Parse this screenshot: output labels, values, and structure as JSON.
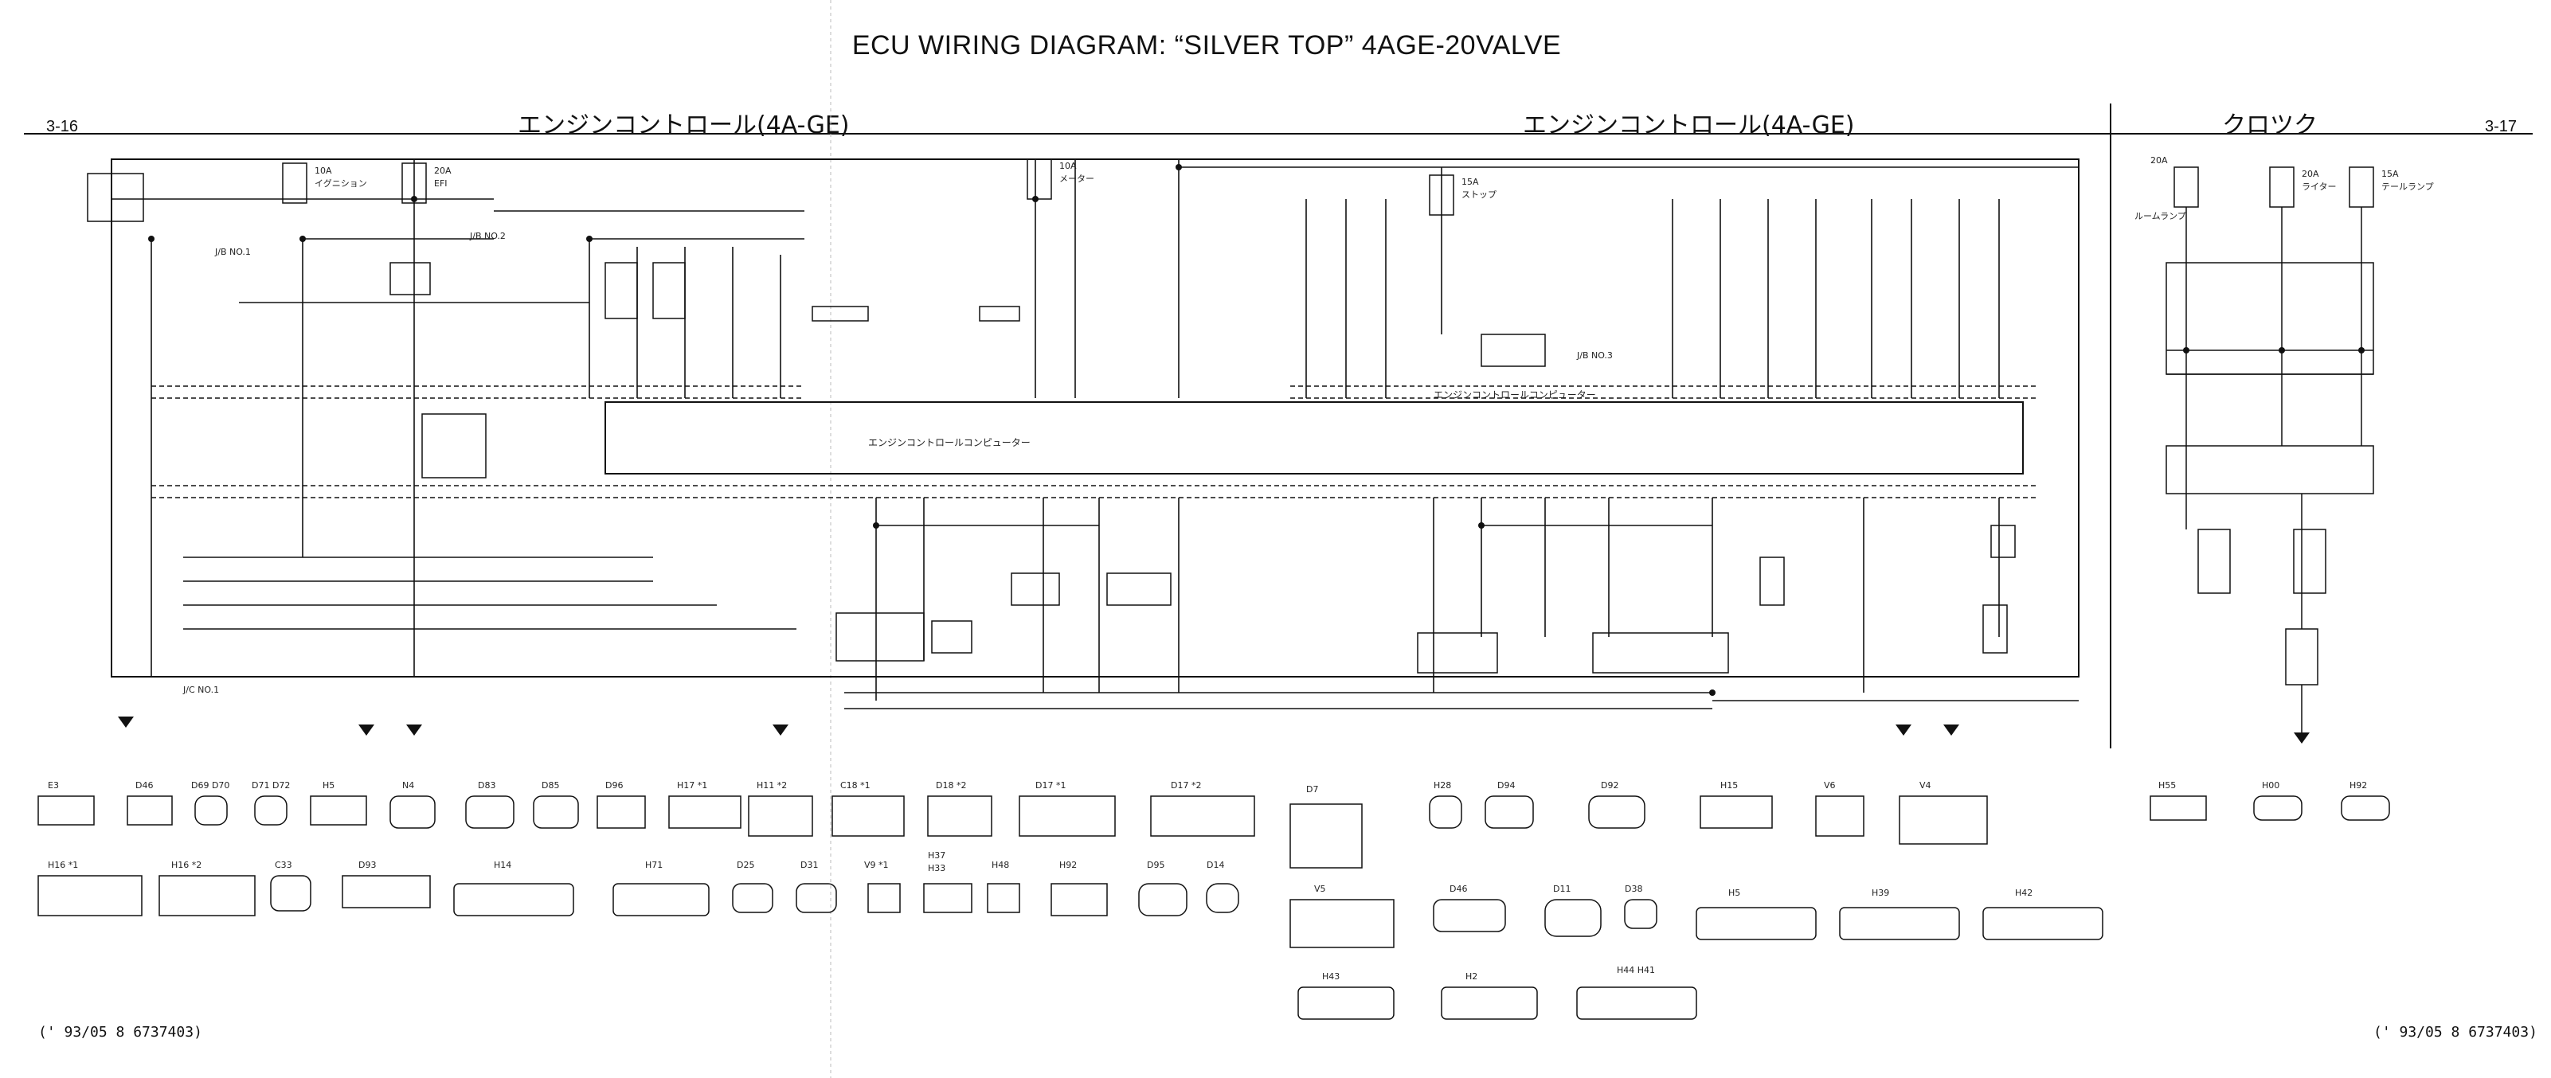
{
  "title": "ECU WIRING DIAGRAM:  “SILVER TOP” 4AGE-20VALVE",
  "pages": {
    "left": "3-16",
    "right": "3-17"
  },
  "sections": {
    "engine_left": "エンジンコントロール(4A-GE)",
    "engine_right": "エンジンコントロール(4A-GE)",
    "clock": "クロツク"
  },
  "footers": {
    "left": "(' 93/05 8 6737403)",
    "right": "(' 93/05 8 6737403)"
  },
  "fuses": [
    {
      "rating": "10A",
      "name": "イグニション"
    },
    {
      "rating": "20A",
      "name": "EFI"
    },
    {
      "rating": "10A",
      "name": "メーター"
    },
    {
      "rating": "15A",
      "name": "ストップ"
    },
    {
      "rating": "20A",
      "name": "ルームランプ"
    },
    {
      "rating": "20A",
      "name": "ライター"
    },
    {
      "rating": "15A",
      "name": "テールランプ"
    }
  ],
  "junction_labels": [
    "J/B NO.1",
    "J/B NO.2",
    "J/B NO.3",
    "J/C NO.1"
  ],
  "ecu_label_left": "エンジンコントロールコンピューター",
  "ecu_label_right": "エンジンコントロールコンピューター",
  "connector_labels_row1": [
    "E3",
    "D46",
    "D69 D70",
    "D71 D72",
    "H5",
    "N4",
    "D83",
    "D85",
    "D96",
    "H17 *1",
    "H11 *2",
    "C18 *1",
    "D18 *2",
    "D17 *1",
    "D17 *2"
  ],
  "connector_labels_row2": [
    "H16 *1",
    "H16 *2",
    "C33",
    "D93",
    "H14",
    "H71",
    "D25",
    "D31",
    "V9 *1",
    "H37",
    "H33",
    "H48",
    "H92",
    "D95",
    "D14"
  ],
  "connector_labels_right": [
    "D7",
    "H28",
    "D94",
    "D92",
    "H15",
    "V6",
    "V4",
    "V5",
    "D46",
    "D11",
    "D38",
    "H5",
    "H39",
    "H42",
    "H43",
    "H2",
    "H44 H41"
  ],
  "connector_labels_clock": [
    "H55",
    "H00",
    "H92"
  ]
}
